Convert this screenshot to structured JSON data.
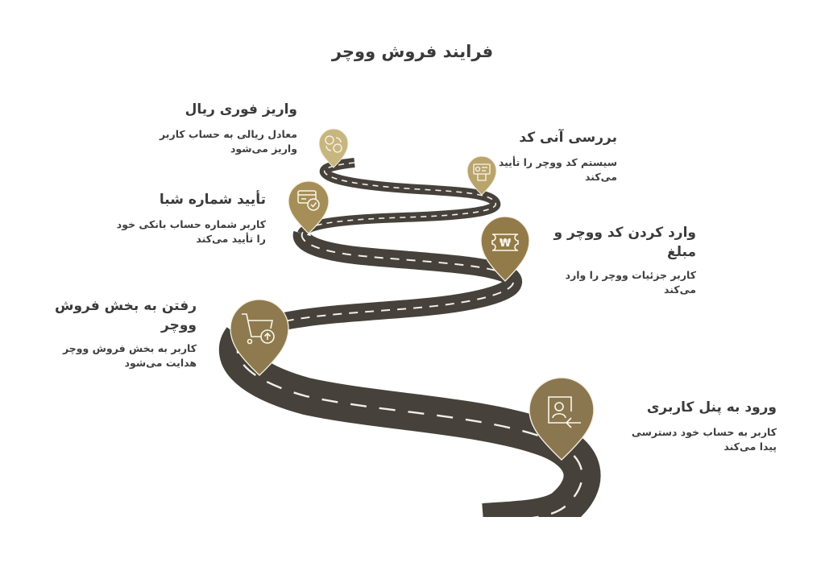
{
  "title": "فرایند فروش ووچر",
  "colors": {
    "road": "#46423b",
    "road_dash": "#f2efe8",
    "pin": "#8e7a4e",
    "pin_light": "#c8b680",
    "pin_outline": "#f5efe0",
    "text": "#3f3f3f"
  },
  "steps": [
    {
      "order": 1,
      "heading": "ورود به پنل کاربری",
      "desc_line1": "کاربر به حساب خود دسترسی",
      "desc_line2": "پیدا می‌کند",
      "icon": "user-login-icon"
    },
    {
      "order": 2,
      "heading_line1": "رفتن به بخش فروش",
      "heading_line2": "ووچر",
      "desc_line1": "کاربر به بخش فروش ووچر",
      "desc_line2": "هدایت می‌شود",
      "icon": "shopping-cart-upload-icon"
    },
    {
      "order": 3,
      "heading_line1": "وارد کردن کد ووچر و",
      "heading_line2": "مبلغ",
      "desc_line1": "کاربر جزئیات ووچر را وارد",
      "desc_line2": "می‌کند",
      "icon": "voucher-ticket-icon"
    },
    {
      "order": 4,
      "heading": "تأیید شماره شبا",
      "desc_line1": "کاربر شماره حساب بانکی خود",
      "desc_line2": "را تأیید می‌کند",
      "icon": "card-check-icon"
    },
    {
      "order": 5,
      "heading": "بررسی آنی کد",
      "desc_line1": "سیستم کد ووچر را تأیید",
      "desc_line2": "می‌کند",
      "icon": "monitor-check-icon"
    },
    {
      "order": 6,
      "heading": "واریز فوری ریال",
      "desc_line1": "معادل ریالی به حساب کاربر",
      "desc_line2": "واریز می‌شود",
      "icon": "currency-exchange-icon"
    }
  ]
}
